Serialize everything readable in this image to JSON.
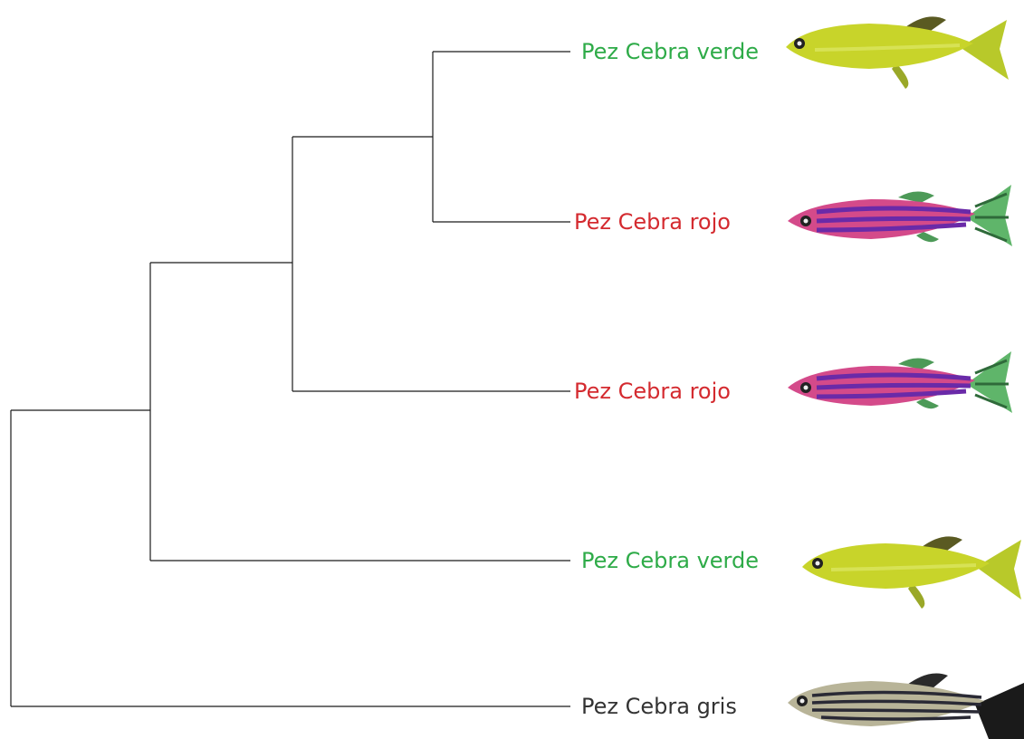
{
  "tree": {
    "leaves": [
      {
        "label": "Pez Cebra verde",
        "color": "#2eab48",
        "fish": "green-zebrafish"
      },
      {
        "label": "Pez Cebra rojo",
        "color": "#d42a2f",
        "fish": "red-zebrafish"
      },
      {
        "label": "Pez Cebra rojo",
        "color": "#d42a2f",
        "fish": "red-zebrafish"
      },
      {
        "label": "Pez Cebra verde",
        "color": "#2eab48",
        "fish": "green-zebrafish"
      },
      {
        "label": "Pez Cebra gris",
        "color": "#333333",
        "fish": "gray-zebrafish"
      }
    ],
    "branch_color": "#1a1a1a"
  }
}
